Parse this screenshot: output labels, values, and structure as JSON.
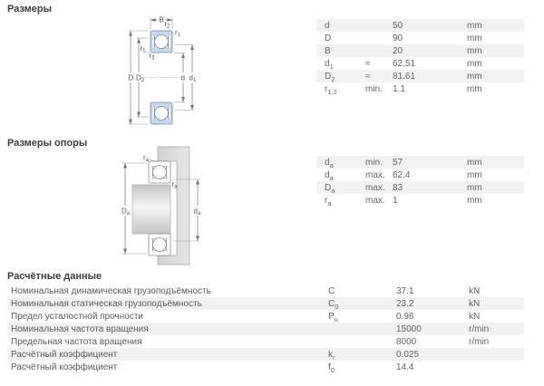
{
  "colors": {
    "bearing_fill": "#c9d7ea",
    "bearing_stroke": "#6f87ac",
    "row_alt_bg": "#f2f2f2",
    "housing_gray": "#dcdcdc",
    "title_text": "#3d3d3d",
    "table_text": "#636363"
  },
  "sections": {
    "dimensions": {
      "title": "Размеры",
      "diagram": {
        "B": "B",
        "r2_top": {
          "b": "r",
          "s": "2"
        },
        "r1_topright": {
          "b": "r",
          "s": "1"
        },
        "r1_left": {
          "b": "r",
          "s": "1"
        },
        "r2_left": {
          "b": "r",
          "s": "2"
        },
        "D": {
          "b": "D",
          "s": ""
        },
        "D2": {
          "b": "D",
          "s": "2"
        },
        "d": {
          "b": "d",
          "s": ""
        },
        "d1": {
          "b": "d",
          "s": "1"
        }
      },
      "table": {
        "rows": [
          {
            "sym": "d",
            "sub": "",
            "qual": "",
            "value": "50",
            "unit": "mm"
          },
          {
            "sym": "D",
            "sub": "",
            "qual": "",
            "value": "90",
            "unit": "mm"
          },
          {
            "sym": "B",
            "sub": "",
            "qual": "",
            "value": "20",
            "unit": "mm"
          },
          {
            "sym": "d",
            "sub": "1",
            "qual": "≈",
            "value": "62.51",
            "unit": "mm"
          },
          {
            "sym": "D",
            "sub": "2",
            "qual": "≈",
            "value": "81.61",
            "unit": "mm"
          },
          {
            "sym": "r",
            "sub": "1,2",
            "qual": "min.",
            "value": "1.1",
            "unit": "mm"
          }
        ]
      }
    },
    "abutment": {
      "title": "Размеры опоры",
      "diagram": {
        "ra_top": {
          "b": "r",
          "s": "a"
        },
        "ra_mid": {
          "b": "r",
          "s": "a"
        },
        "Da": {
          "b": "D",
          "s": "a"
        },
        "da": {
          "b": "d",
          "s": "a"
        }
      },
      "table": {
        "rows": [
          {
            "sym": "d",
            "sub": "a",
            "qual": "min.",
            "value": "57",
            "unit": "mm"
          },
          {
            "sym": "d",
            "sub": "a",
            "qual": "max.",
            "value": "62.4",
            "unit": "mm"
          },
          {
            "sym": "D",
            "sub": "a",
            "qual": "max.",
            "value": "83",
            "unit": "mm"
          },
          {
            "sym": "r",
            "sub": "a",
            "qual": "max.",
            "value": "1",
            "unit": "mm"
          }
        ]
      }
    },
    "calculation": {
      "title": "Расчётные данные",
      "table": {
        "rows": [
          {
            "label": "Номинальная динамическая грузоподъёмность",
            "sym": "C",
            "sub": "",
            "value": "37.1",
            "unit": "kN"
          },
          {
            "label": "Номинальная статическая грузоподъёмность",
            "sym": "C",
            "sub": "0",
            "value": "23.2",
            "unit": "kN"
          },
          {
            "label": "Предел усталостной прочности",
            "sym": "P",
            "sub": "u",
            "value": "0.98",
            "unit": "kN"
          },
          {
            "label": "Номинальная частота вращения",
            "sym": "",
            "sub": "",
            "value": "15000",
            "unit": "r/min"
          },
          {
            "label": "Предельная частота вращения",
            "sym": "",
            "sub": "",
            "value": "8000",
            "unit": "r/min"
          },
          {
            "label": "Расчётный коэффициент",
            "sym": "k",
            "sub": "r",
            "value": "0.025",
            "unit": ""
          },
          {
            "label": "Расчётный коэффициент",
            "sym": "f",
            "sub": "0",
            "value": "14.4",
            "unit": ""
          }
        ]
      }
    }
  }
}
